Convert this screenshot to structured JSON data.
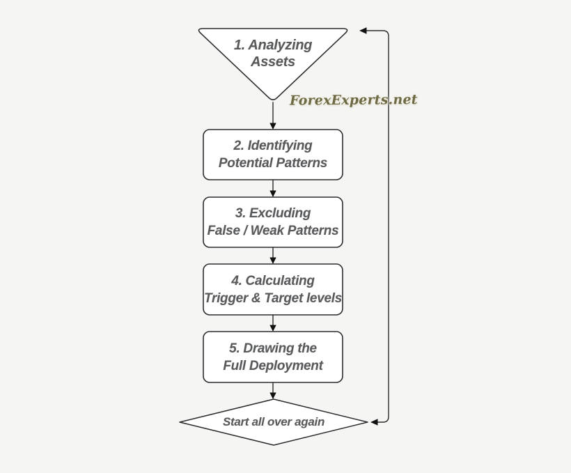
{
  "page": {
    "background_color": "#f5f5f4",
    "watermark_text": "ForexExperts.net",
    "watermark_color": "#6e6a45"
  },
  "flowchart": {
    "type": "flowchart",
    "direction": "top-down",
    "colors": {
      "node_fill": "#ffffff",
      "node_border": "#2c2c2c",
      "connector": "#2c2c2c",
      "arrowhead": "#111111",
      "text": "#58595b"
    },
    "nodes": [
      {
        "id": "step1",
        "shape": "inverted-triangle",
        "lines": [
          "1. Analyzing",
          "Assets"
        ]
      },
      {
        "id": "step2",
        "shape": "rounded-rect",
        "lines": [
          "2. Identifying",
          "Potential Patterns"
        ]
      },
      {
        "id": "step3",
        "shape": "rounded-rect",
        "lines": [
          "3. Excluding",
          "False / Weak Patterns"
        ]
      },
      {
        "id": "step4",
        "shape": "rounded-rect",
        "lines": [
          "4. Calculating",
          "Trigger & Target levels"
        ]
      },
      {
        "id": "step5",
        "shape": "rounded-rect",
        "lines": [
          "5. Drawing the",
          "Full Deployment"
        ]
      },
      {
        "id": "loop",
        "shape": "diamond",
        "lines": [
          "Start all over again"
        ]
      }
    ],
    "edges": [
      {
        "from": "step1",
        "to": "step2",
        "type": "arrow-down"
      },
      {
        "from": "step2",
        "to": "step3",
        "type": "arrow-down"
      },
      {
        "from": "step3",
        "to": "step4",
        "type": "arrow-down"
      },
      {
        "from": "step4",
        "to": "step5",
        "type": "arrow-down"
      },
      {
        "from": "step5",
        "to": "loop",
        "type": "arrow-down"
      },
      {
        "from": "loop",
        "to": "step1",
        "type": "feedback-loop-right"
      }
    ]
  }
}
